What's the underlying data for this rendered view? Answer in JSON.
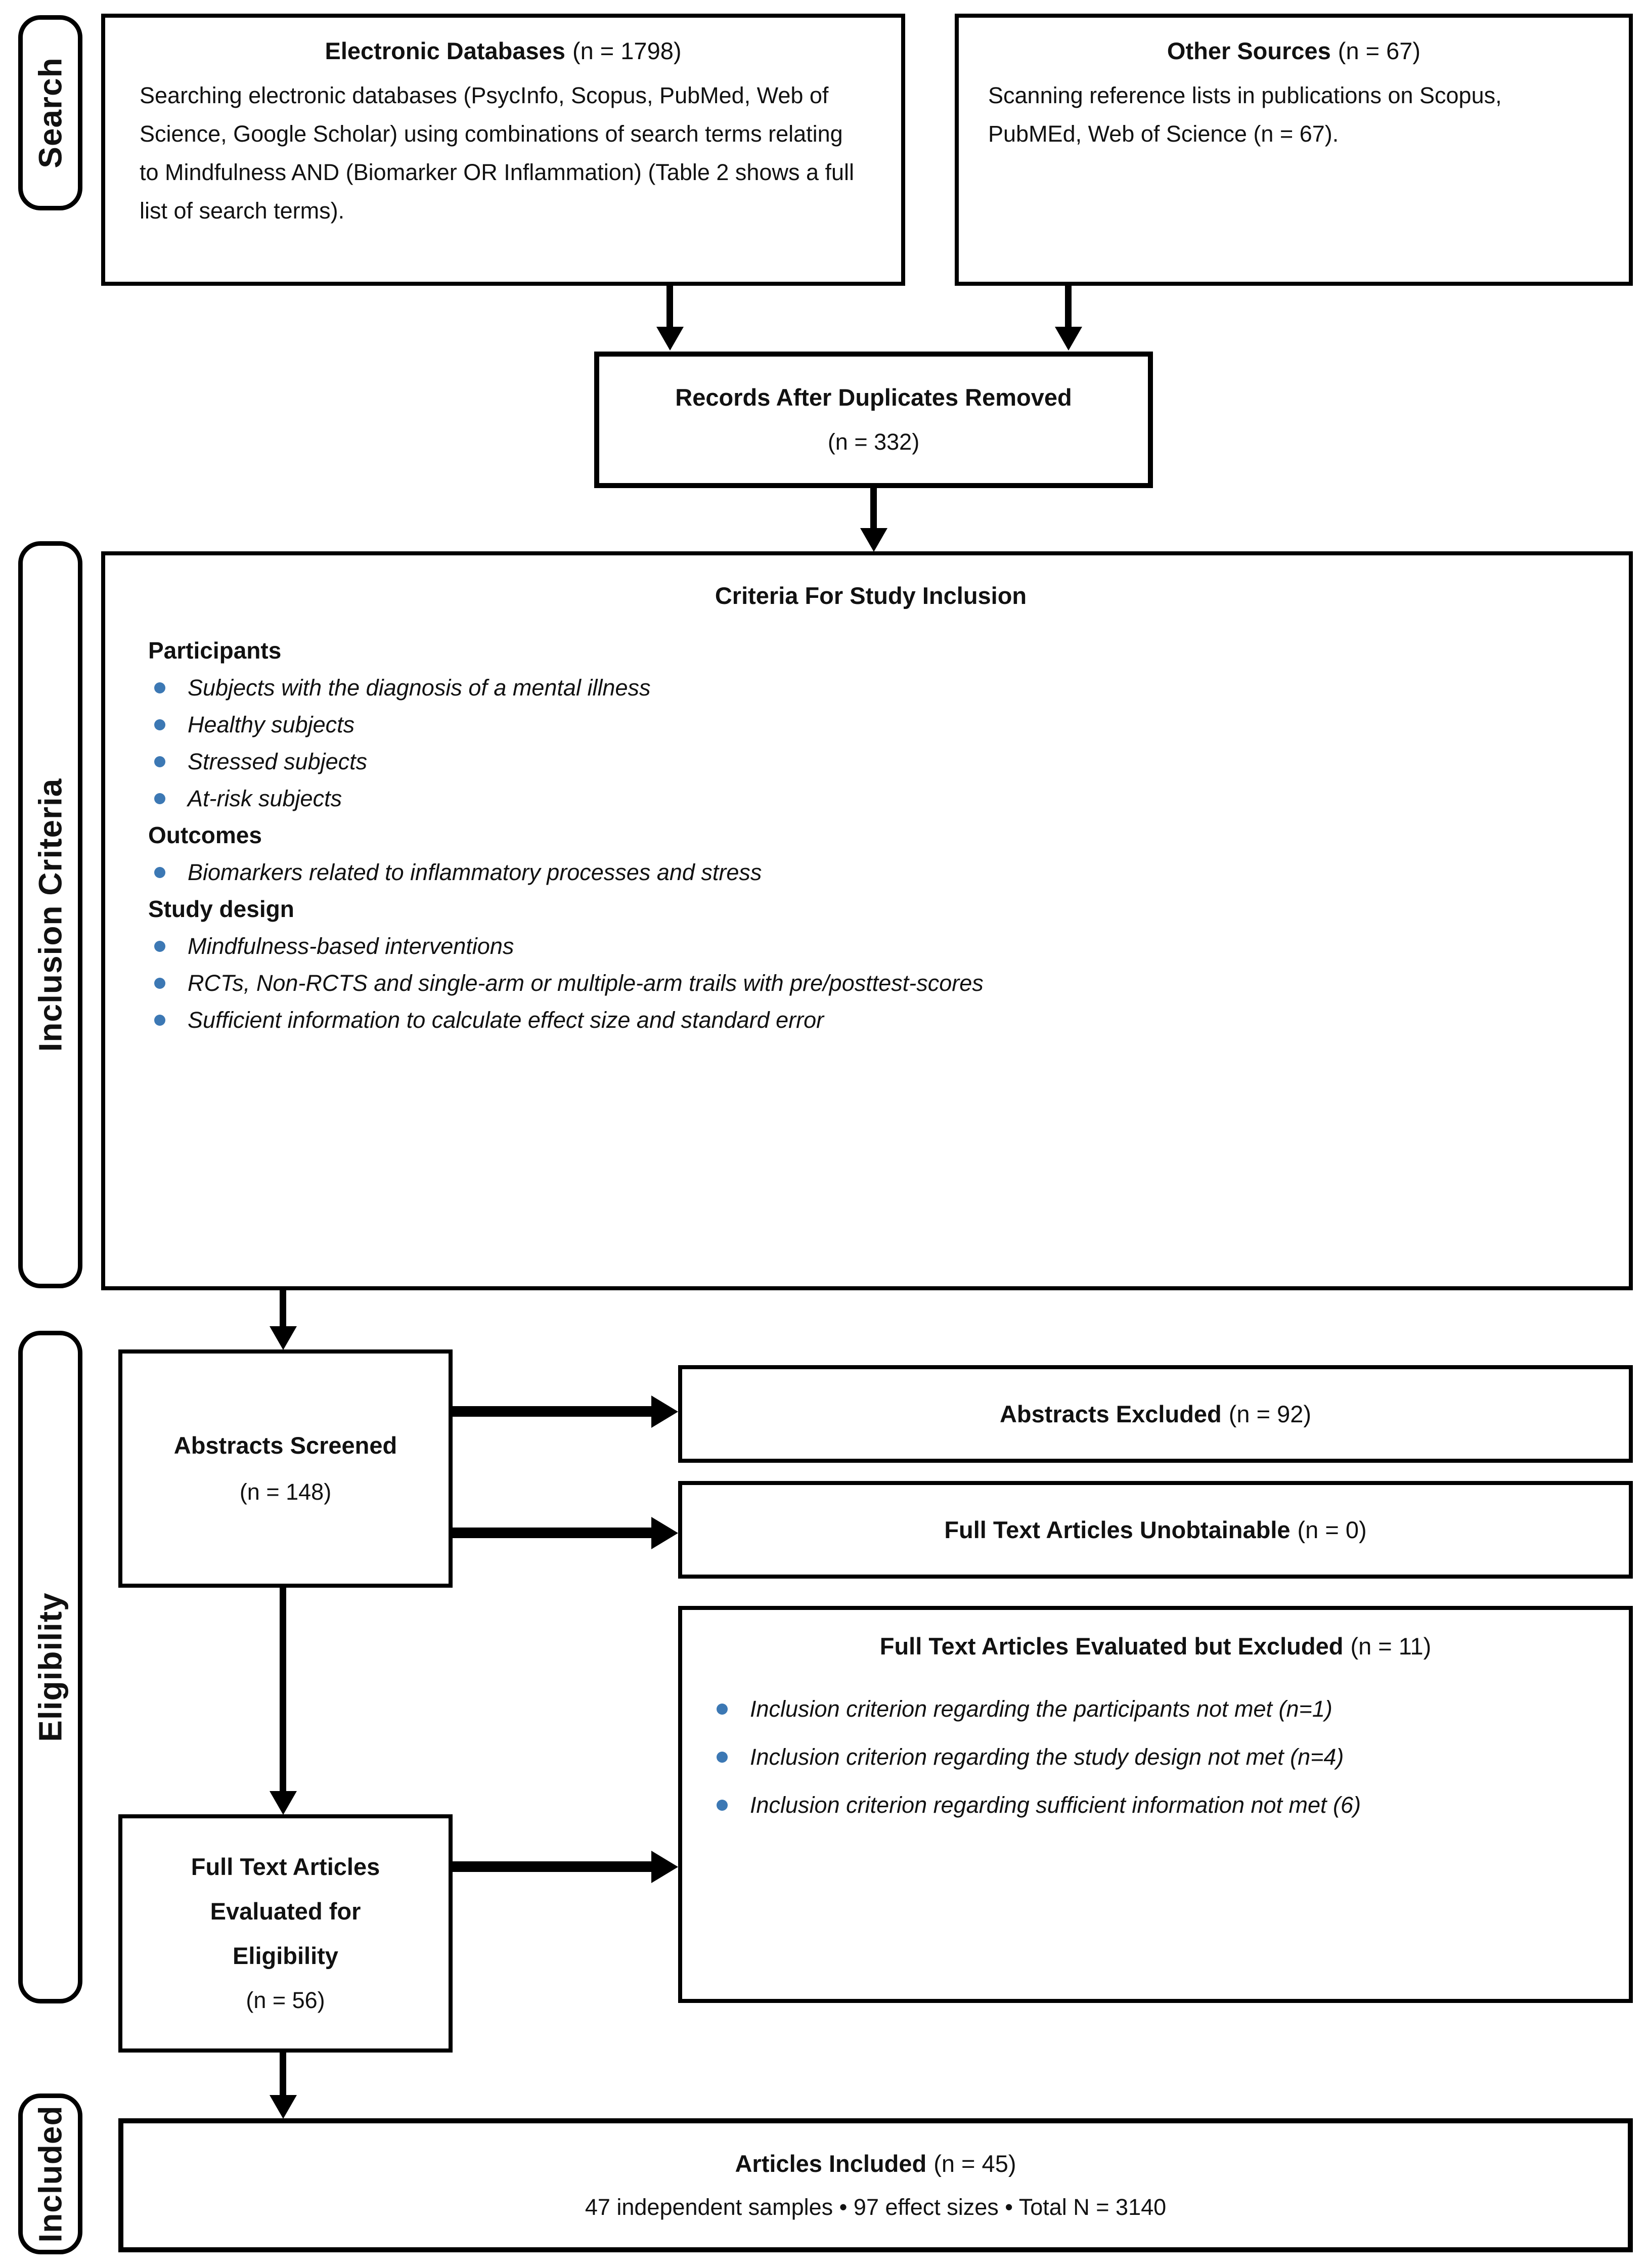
{
  "accent_color": "#3c78b4",
  "sidebar": {
    "search": "Search",
    "inclusion_criteria": "Inclusion Criteria",
    "eligibility": "Eligibility",
    "included": "Included"
  },
  "electronic_databases": {
    "name": "Electronic Databases",
    "count": "(n = 1798)",
    "body": "Searching electronic databases (PsycInfo, Scopus, PubMed, Web of Science, Google Scholar) using combinations of search terms relating to Mindfulness AND (Biomarker OR Inflammation) (Table 2 shows a full list of search terms)."
  },
  "other_sources": {
    "name": "Other Sources",
    "count": "(n = 67)",
    "body": "Scanning reference lists in publications on Scopus, PubMEd, Web of Science (n = 67)."
  },
  "records": {
    "name": "Records After Duplicates Removed",
    "count": "(n = 332)"
  },
  "criteria": {
    "title": "Criteria For Study Inclusion",
    "participants_heading": "Participants",
    "participants_items": [
      "Subjects with the diagnosis of a mental illness",
      "Healthy subjects",
      "Stressed subjects",
      "At-risk subjects"
    ],
    "outcomes_heading": "Outcomes",
    "outcomes_items": [
      "Biomarkers related to inflammatory processes and stress"
    ],
    "design_heading": "Study design",
    "design_items": [
      "Mindfulness-based interventions",
      "RCTs, Non-RCTS and single-arm or multiple-arm trails with pre/posttest-scores",
      "Sufficient information to calculate effect size and standard error"
    ]
  },
  "abstracts_screened": {
    "name": "Abstracts Screened",
    "count": "(n = 148)"
  },
  "abstracts_excluded": {
    "name": "Abstracts Excluded",
    "count": "(n = 92)"
  },
  "full_text_unobtainable": {
    "name": "Full Text Articles Unobtainable",
    "count": "(n = 0)"
  },
  "full_text_excluded": {
    "name": "Full Text Articles Evaluated but Excluded",
    "count": "(n = 11)",
    "items": [
      "Inclusion criterion regarding the participants not met (n=1)",
      "Inclusion criterion regarding the study design not met (n=4)",
      "Inclusion criterion regarding sufficient information not met (6)"
    ]
  },
  "full_text_evaluated": {
    "lines": [
      "Full Text Articles",
      "Evaluated for",
      "Eligibility"
    ],
    "count": "(n = 56)"
  },
  "articles_included": {
    "name": "Articles Included",
    "count": "(n = 45)",
    "subtitle": "47 independent samples • 97 effect sizes • Total N = 3140"
  }
}
